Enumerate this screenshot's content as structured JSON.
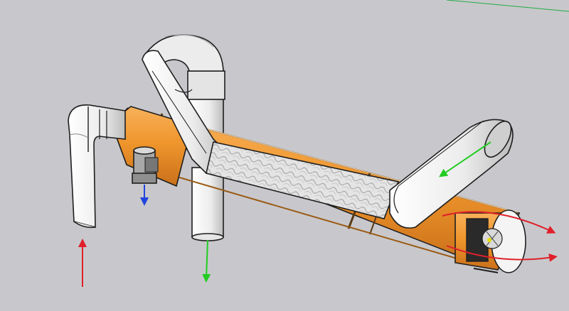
{
  "colors": {
    "background": "#c8c8cc",
    "outer_pipe": "#f0962d",
    "outer_pipe_dark": "#c9701a",
    "white_pipe": "#f2f2f2",
    "white_pipe_shade": "#cfcfcf",
    "flex_duct": "#e2e2e2",
    "edge": "#1e1e1e",
    "arrow_cold_in": "#e0202a",
    "arrow_exhaust": "#22cc22",
    "arrow_condensate": "#2244dd",
    "axis_line": "#22aa44"
  },
  "arrows": [
    {
      "name": "cold-air-inlet-arrow",
      "color": "arrow_cold_in",
      "direction": "up"
    },
    {
      "name": "exhaust-down-arrow",
      "color": "arrow_exhaust",
      "direction": "down"
    },
    {
      "name": "condensate-drain-arrow",
      "color": "arrow_condensate",
      "direction": "down"
    },
    {
      "name": "exhaust-in-arrow",
      "color": "arrow_exhaust",
      "direction": "down-left"
    },
    {
      "name": "fresh-air-out-arrow-top",
      "color": "arrow_cold_in",
      "direction": "right"
    },
    {
      "name": "fresh-air-out-arrow-bottom",
      "color": "arrow_cold_in",
      "direction": "right"
    }
  ]
}
